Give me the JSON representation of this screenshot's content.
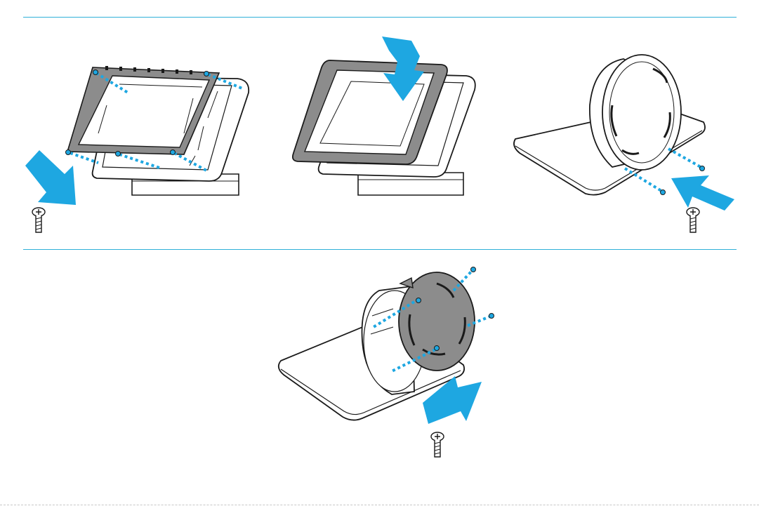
{
  "colors": {
    "rule": "#2fb0d8",
    "arrow": "#1ea7e1",
    "dots": "#1ea7e1",
    "outline": "#1a1a1a",
    "gray_fill": "#8c8c8c",
    "white": "#ffffff"
  },
  "steps": [
    {
      "id": "step-1",
      "description_icons": [
        "frame-plate-icon",
        "screw-icon",
        "insert-arrow-icon"
      ]
    },
    {
      "id": "step-2",
      "description_icons": [
        "bezel-frame-icon",
        "press-down-arrow-icon"
      ]
    },
    {
      "id": "step-3",
      "description_icons": [
        "stand-base-icon",
        "screw-icon",
        "insert-arrow-icon"
      ]
    },
    {
      "id": "step-4",
      "description_icons": [
        "round-cover-icon",
        "screw-icon",
        "insert-arrow-icon"
      ]
    }
  ]
}
